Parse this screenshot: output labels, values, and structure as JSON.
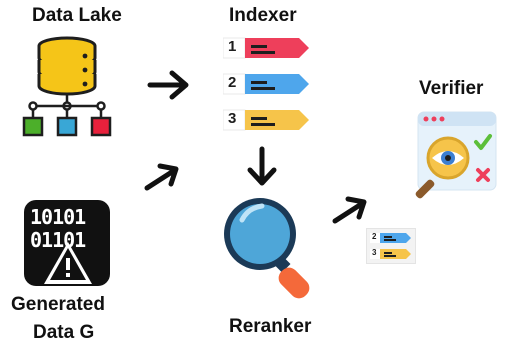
{
  "nodes": {
    "data_lake": {
      "label": "Data Lake"
    },
    "indexer": {
      "label": "Indexer",
      "entries": [
        "1",
        "2",
        "3"
      ]
    },
    "verifier": {
      "label": "Verifier"
    },
    "reranker": {
      "label": "Reranker",
      "entries": [
        "2",
        "3"
      ]
    },
    "generated": {
      "label_line1": "Generated",
      "label_line2": "Data G",
      "binary_line1": "10101",
      "binary_line2": "01101"
    }
  },
  "colors": {
    "db_gold": "#f5c518",
    "db_dark": "#1e1e1e",
    "tree_green": "#4caf2a",
    "tree_blue": "#39a7d6",
    "tree_red": "#e8213c",
    "bar_red": "#ee3f5b",
    "bar_blue": "#4ea6ec",
    "bar_yellow": "#f6c44a",
    "magnifier_lens": "#4ea6d8",
    "magnifier_handle": "#f4693a"
  }
}
